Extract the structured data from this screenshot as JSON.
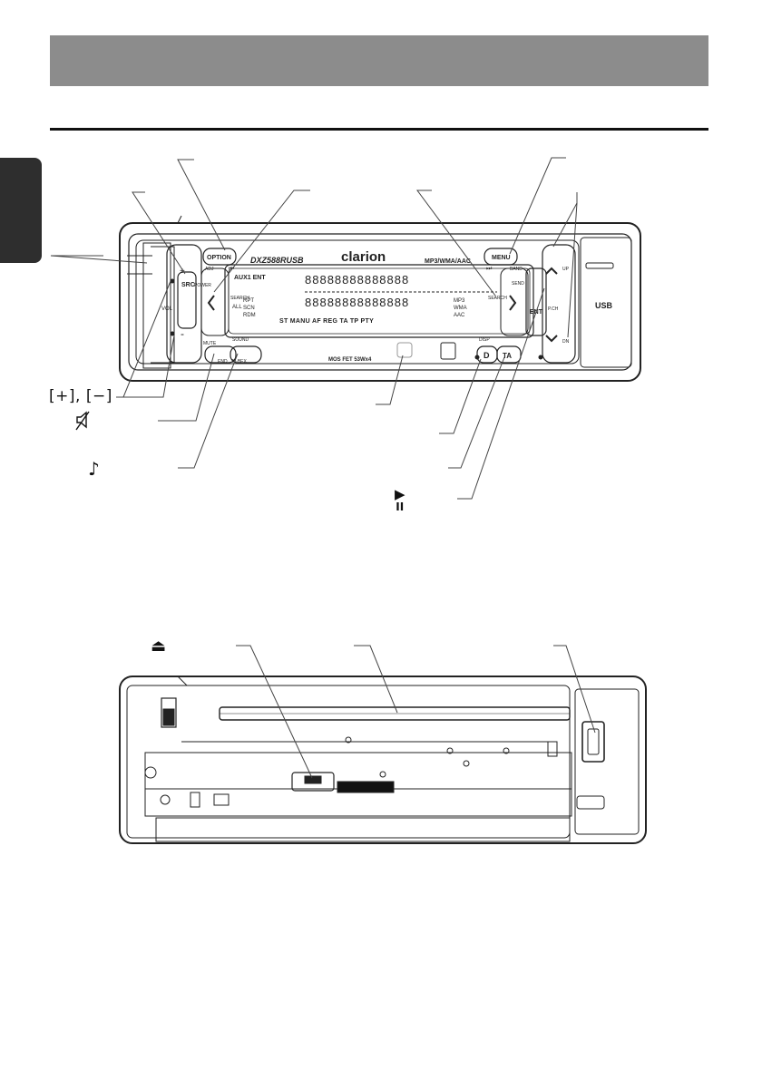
{
  "unit": {
    "brand": "clarion",
    "model": "DXZ588RUSB",
    "formats": "MP3/WMA/AAC",
    "footer_note": "MOS FET 53Wx4",
    "usb": "USB",
    "display_tags": "ST MANU AF REG TA TP PTY",
    "display_chips": "AUX1 ENT",
    "display_lcd_chars": "88888888888888",
    "display_flags": [
      "ALL",
      "RPT",
      "SCN",
      "RDM",
      "MP3",
      "WMA",
      "AAC"
    ]
  },
  "buttons": {
    "option": "OPTION",
    "adj": "ADJ",
    "menu": "MENU",
    "band": "BAND",
    "src": "SRC",
    "power": "POWER",
    "vol": "VOL",
    "plus": "+",
    "minus": "-",
    "search": "SEARCH",
    "prev": "⏮",
    "next": "⏭",
    "mute": "MUTE",
    "end": "END",
    "sound": "SOUND",
    "mbex": "M-BEX",
    "disp": "DISP",
    "d": "D",
    "ta": "TA",
    "send": "SEND",
    "ent": "ENT",
    "up": "UP",
    "pch": "P.CH",
    "dn": "DN"
  },
  "callouts": {
    "plus_minus": "[+], [−]",
    "mute_icon": "mute-speaker",
    "note_icon": "♪",
    "play_pause": "▶",
    "play_pause_bars": "II",
    "eject": "⏏"
  }
}
